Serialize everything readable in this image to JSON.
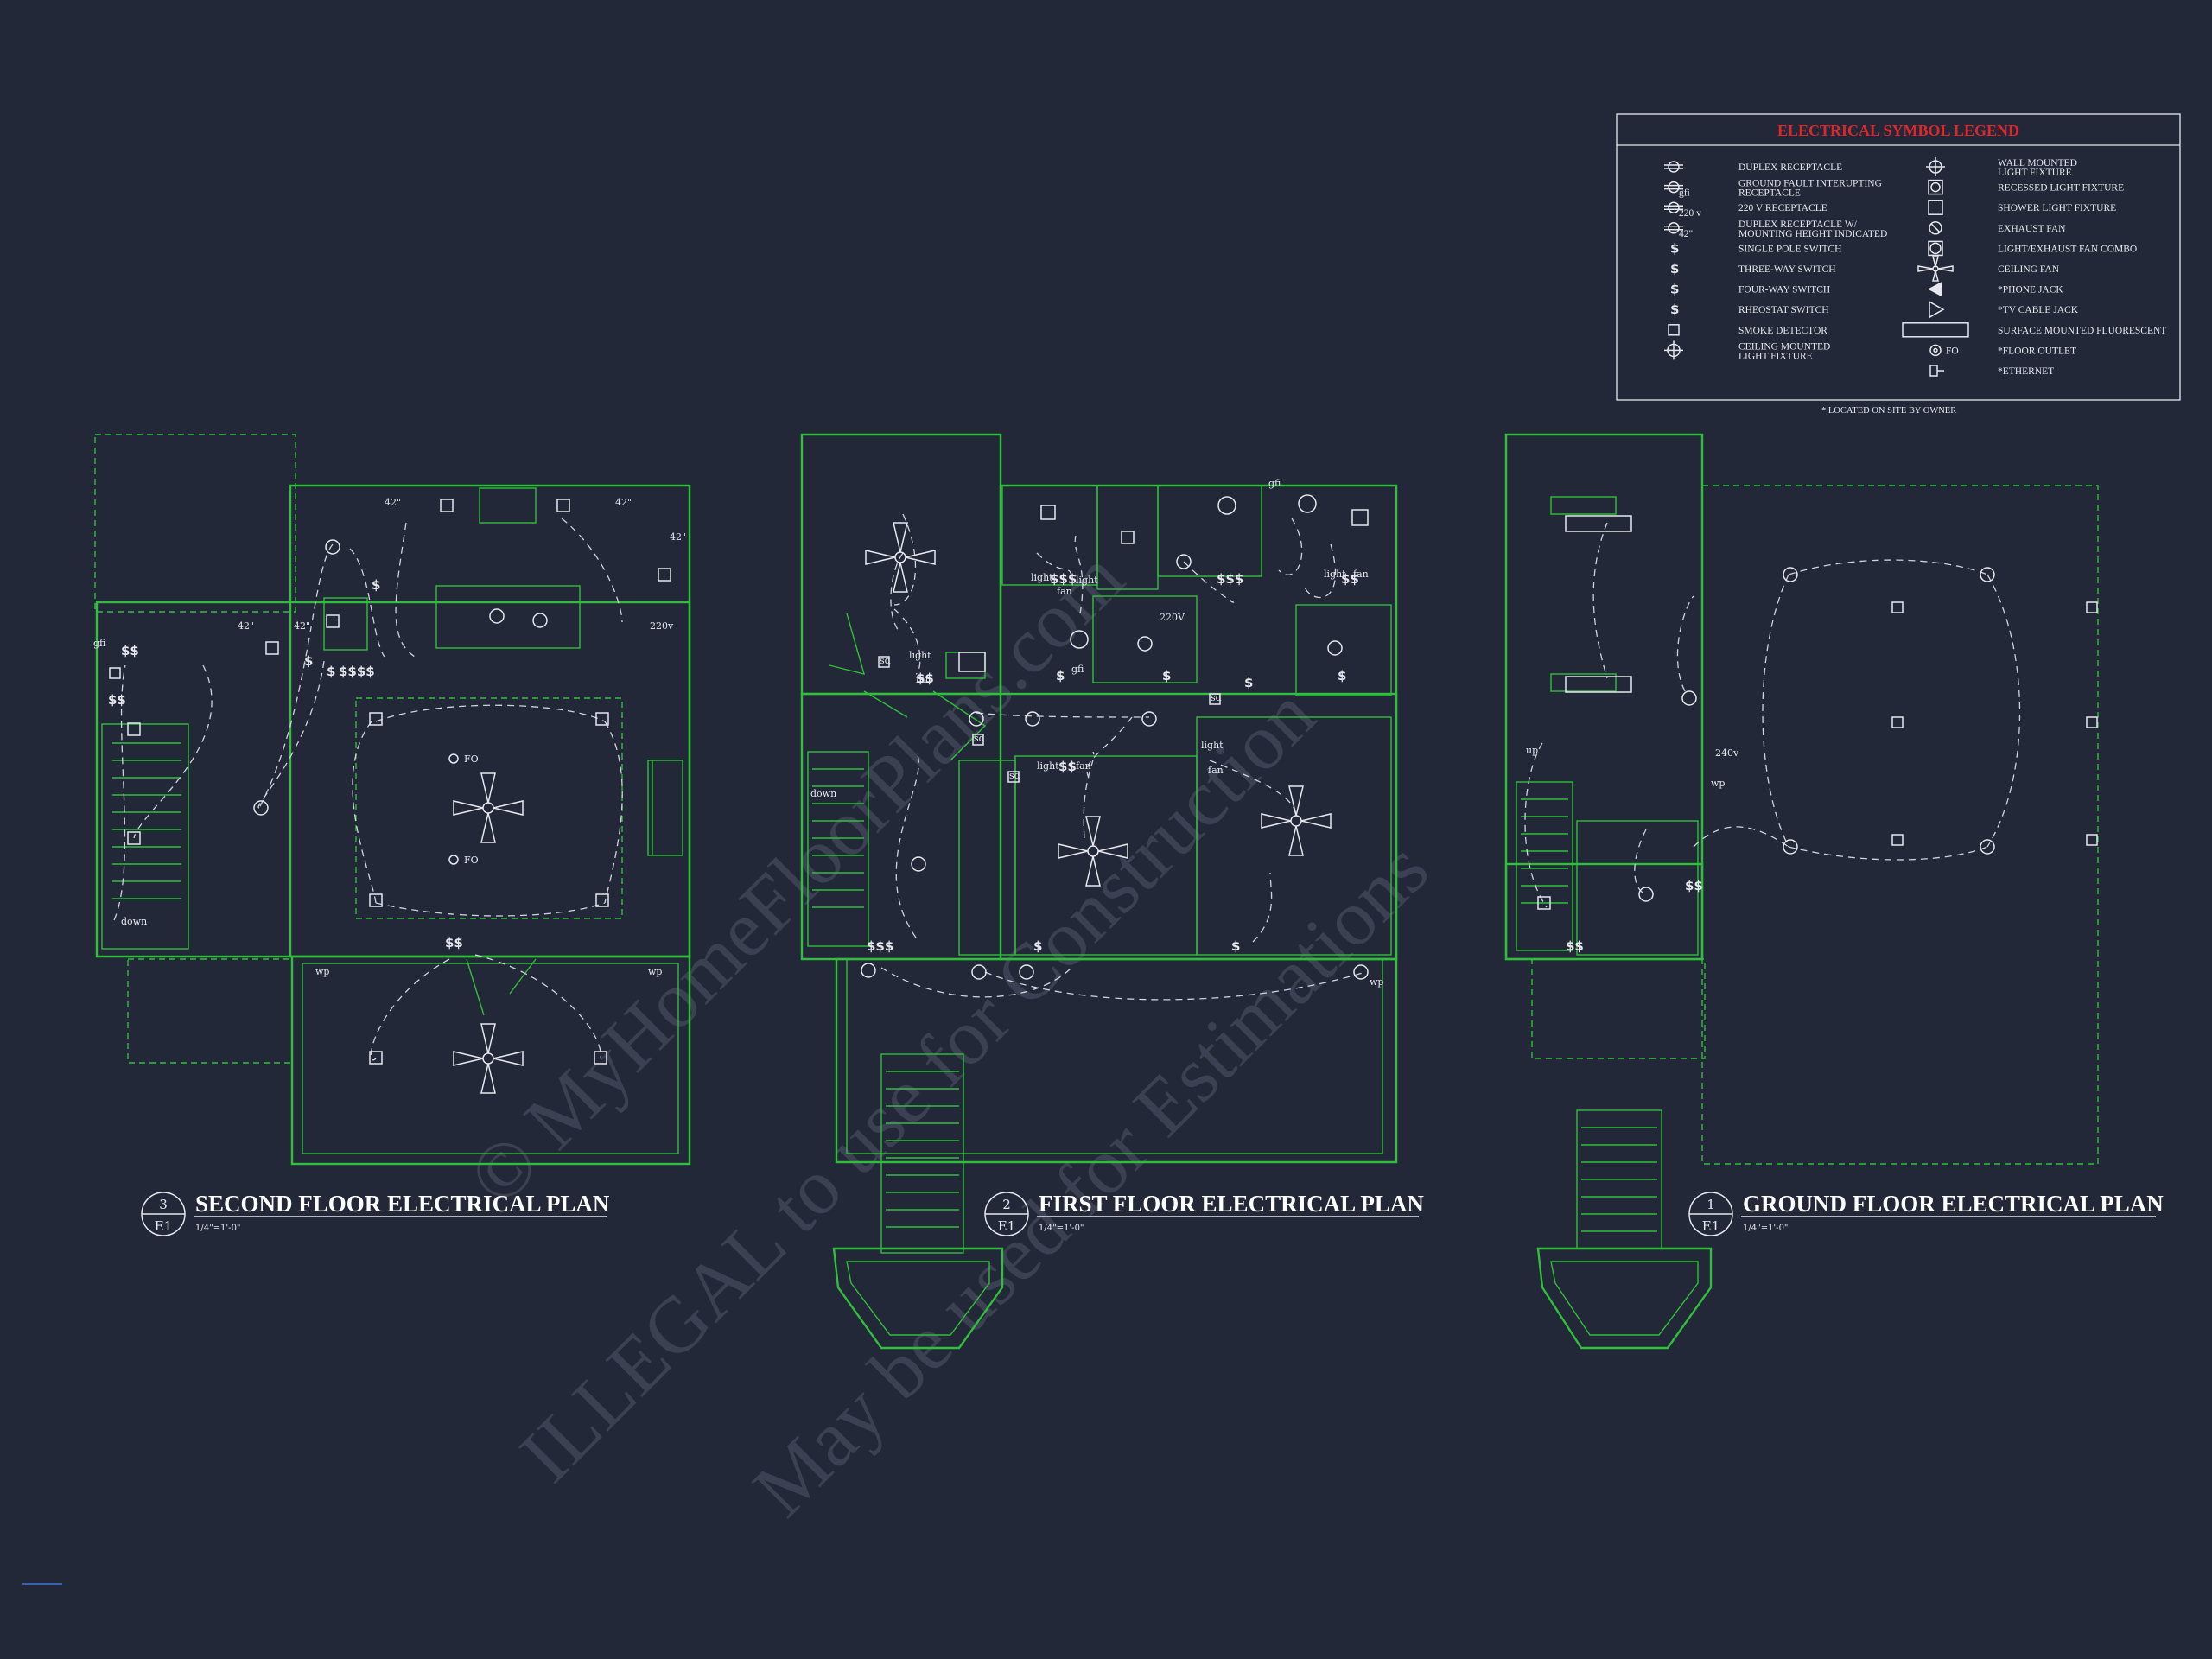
{
  "legend": {
    "title": "ELECTRICAL SYMBOL LEGEND",
    "left_items": [
      {
        "label": "DUPLEX RECEPTACLE",
        "icon": "duplex-receptacle-icon"
      },
      {
        "label": "GROUND FAULT INTERUPTING\nRECEPTACLE",
        "icon": "gfi-receptacle-icon",
        "tag": "gfi"
      },
      {
        "label": "220 V RECEPTACLE",
        "icon": "220v-receptacle-icon",
        "tag": "220 v"
      },
      {
        "label": "DUPLEX RECEPTACLE W/\nMOUNTING HEIGHT INDICATED",
        "icon": "receptacle-height-icon",
        "tag": "42\""
      },
      {
        "label": "SINGLE POLE SWITCH",
        "icon": "single-pole-switch-icon"
      },
      {
        "label": "THREE-WAY SWITCH",
        "icon": "three-way-switch-icon"
      },
      {
        "label": "FOUR-WAY SWITCH",
        "icon": "four-way-switch-icon"
      },
      {
        "label": "RHEOSTAT SWITCH",
        "icon": "rheostat-switch-icon"
      },
      {
        "label": "SMOKE DETECTOR",
        "icon": "smoke-detector-icon"
      },
      {
        "label": "CEILING MOUNTED\nLIGHT FIXTURE",
        "icon": "ceiling-light-icon"
      }
    ],
    "right_items": [
      {
        "label": "WALL MOUNTED\nLIGHT FIXTURE",
        "icon": "wall-light-icon"
      },
      {
        "label": "RECESSED LIGHT FIXTURE",
        "icon": "recessed-light-icon"
      },
      {
        "label": "SHOWER LIGHT FIXTURE",
        "icon": "shower-light-icon"
      },
      {
        "label": "EXHAUST FAN",
        "icon": "exhaust-fan-icon"
      },
      {
        "label": "LIGHT/EXHAUST FAN COMBO",
        "icon": "light-exhaust-combo-icon"
      },
      {
        "label": "CEILING FAN",
        "icon": "ceiling-fan-icon"
      },
      {
        "label": "*PHONE JACK",
        "icon": "phone-jack-icon"
      },
      {
        "label": "*TV CABLE JACK",
        "icon": "tv-cable-jack-icon"
      },
      {
        "label": "SURFACE MOUNTED FLUORESCENT",
        "icon": "fluorescent-icon"
      },
      {
        "label": "*FLOOR OUTLET",
        "icon": "floor-outlet-icon",
        "tag": "FO"
      },
      {
        "label": "*ETHERNET",
        "icon": "ethernet-icon"
      }
    ],
    "note": "* LOCATED ON SITE BY OWNER"
  },
  "plans": [
    {
      "number": "3",
      "sheet": "E1",
      "title": "SECOND FLOOR ELECTRICAL PLAN",
      "scale": "1/4\"=1'-0\""
    },
    {
      "number": "2",
      "sheet": "E1",
      "title": "FIRST FLOOR ELECTRICAL PLAN",
      "scale": "1/4\"=1'-0\""
    },
    {
      "number": "1",
      "sheet": "E1",
      "title": "GROUND FLOOR ELECTRICAL PLAN",
      "scale": "1/4\"=1'-0\""
    }
  ],
  "annotations": {
    "down": "down",
    "up": "up",
    "fo": "FO",
    "wp": "wp",
    "gfi": "gfi",
    "h42": "42\"",
    "v220": "220v",
    "v240": "240v",
    "v220b": "220V",
    "light": "light",
    "fan": "fan",
    "sd": "sd",
    "s1": "$",
    "s2": "$$",
    "s3": "$$$",
    "s4": "$$$$"
  },
  "watermark": {
    "line1": "© MyHomeFloorPlans.com",
    "line2": "ILLEGAL to use for Construction",
    "line3": "May be used for Estimations"
  }
}
